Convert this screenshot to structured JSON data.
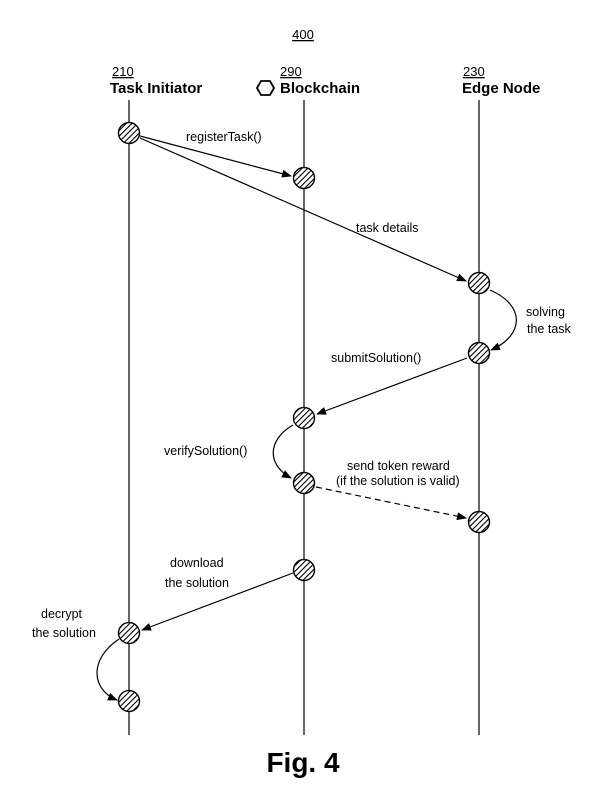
{
  "figure_number": "400",
  "figure_caption": "Fig. 4",
  "participants": [
    {
      "ref": "210",
      "name": "Task Initiator"
    },
    {
      "ref": "290",
      "name": "Blockchain",
      "icon": "hexagon-icon"
    },
    {
      "ref": "230",
      "name": "Edge Node"
    }
  ],
  "messages": {
    "register_task": "registerTask()",
    "task_details": "task details",
    "solving_line1": "solving",
    "solving_line2": "the task",
    "submit_solution": "submitSolution()",
    "verify_solution": "verifySolution()",
    "reward_line1": "send token reward",
    "reward_line2": "(if the solution is valid)",
    "download_line1": "download",
    "download_line2": "the solution",
    "decrypt_line1": "decrypt",
    "decrypt_line2": "the solution"
  }
}
